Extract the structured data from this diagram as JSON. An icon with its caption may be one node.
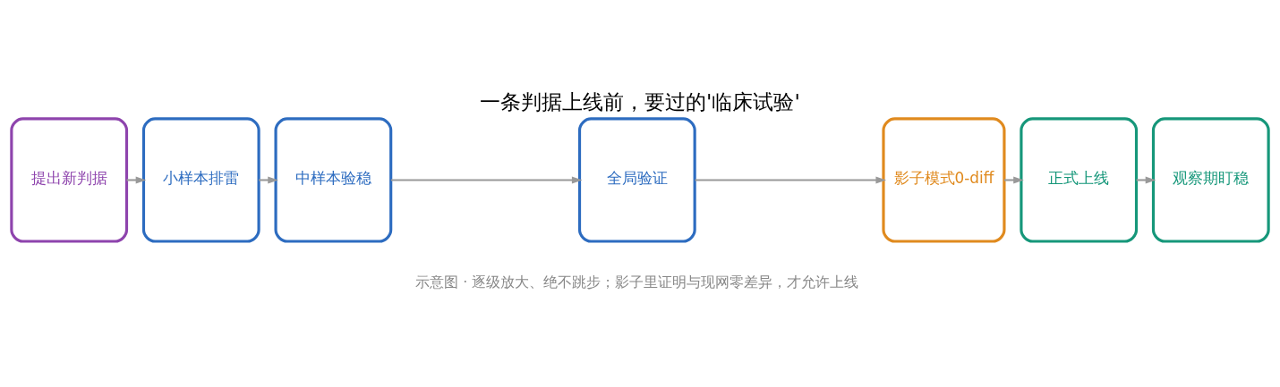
{
  "diagram": {
    "title": "一条判据上线前，要过的'临床试验'",
    "caption": "示意图 · 逐级放大、绝不跳步；影子里证明与现网零差异，才允许上线",
    "nodes": [
      {
        "text": [
          "提出新判据"
        ]
      },
      {
        "text": [
          "小样本排雷"
        ]
      },
      {
        "text": [
          "中样本验稳"
        ]
      },
      {
        "text": [
          "全局验证"
        ]
      },
      {
        "text": [
          "影子模式0-diff"
        ]
      },
      {
        "text": [
          "正式上线"
        ]
      },
      {
        "text": [
          "观察期盯稳"
        ]
      }
    ],
    "edges": [
      {
        "from": 0,
        "to": 1,
        "arrow": "to"
      },
      {
        "from": 1,
        "to": 2,
        "arrow": "to"
      },
      {
        "from": 2,
        "to": 3,
        "arrow": "to"
      },
      {
        "from": 3,
        "to": 4,
        "arrow": "to"
      },
      {
        "from": 4,
        "to": 5,
        "arrow": "to"
      },
      {
        "from": 5,
        "to": 6,
        "arrow": "to"
      }
    ]
  }
}
